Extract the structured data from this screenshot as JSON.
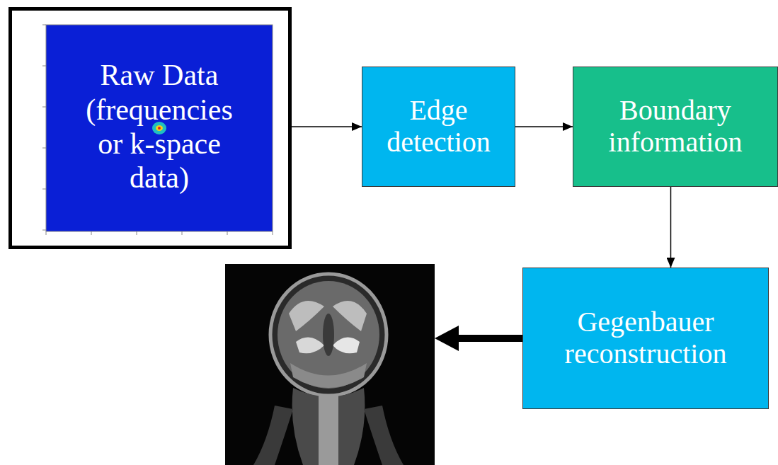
{
  "diagram": {
    "nodes": [
      {
        "text": [
          "Raw Data (frequencies or k-space data)"
        ]
      },
      {
        "text": [
          "Edge detection"
        ]
      },
      {
        "text": [
          "Boundary information"
        ]
      },
      {
        "text": [
          "Gegenbauer reconstruction"
        ]
      }
    ],
    "edges": [
      {
        "from": 0,
        "to": 1,
        "arrow": "to"
      },
      {
        "from": 1,
        "to": 2,
        "arrow": "to"
      },
      {
        "from": 2,
        "to": 3,
        "arrow": "to"
      }
    ]
  }
}
